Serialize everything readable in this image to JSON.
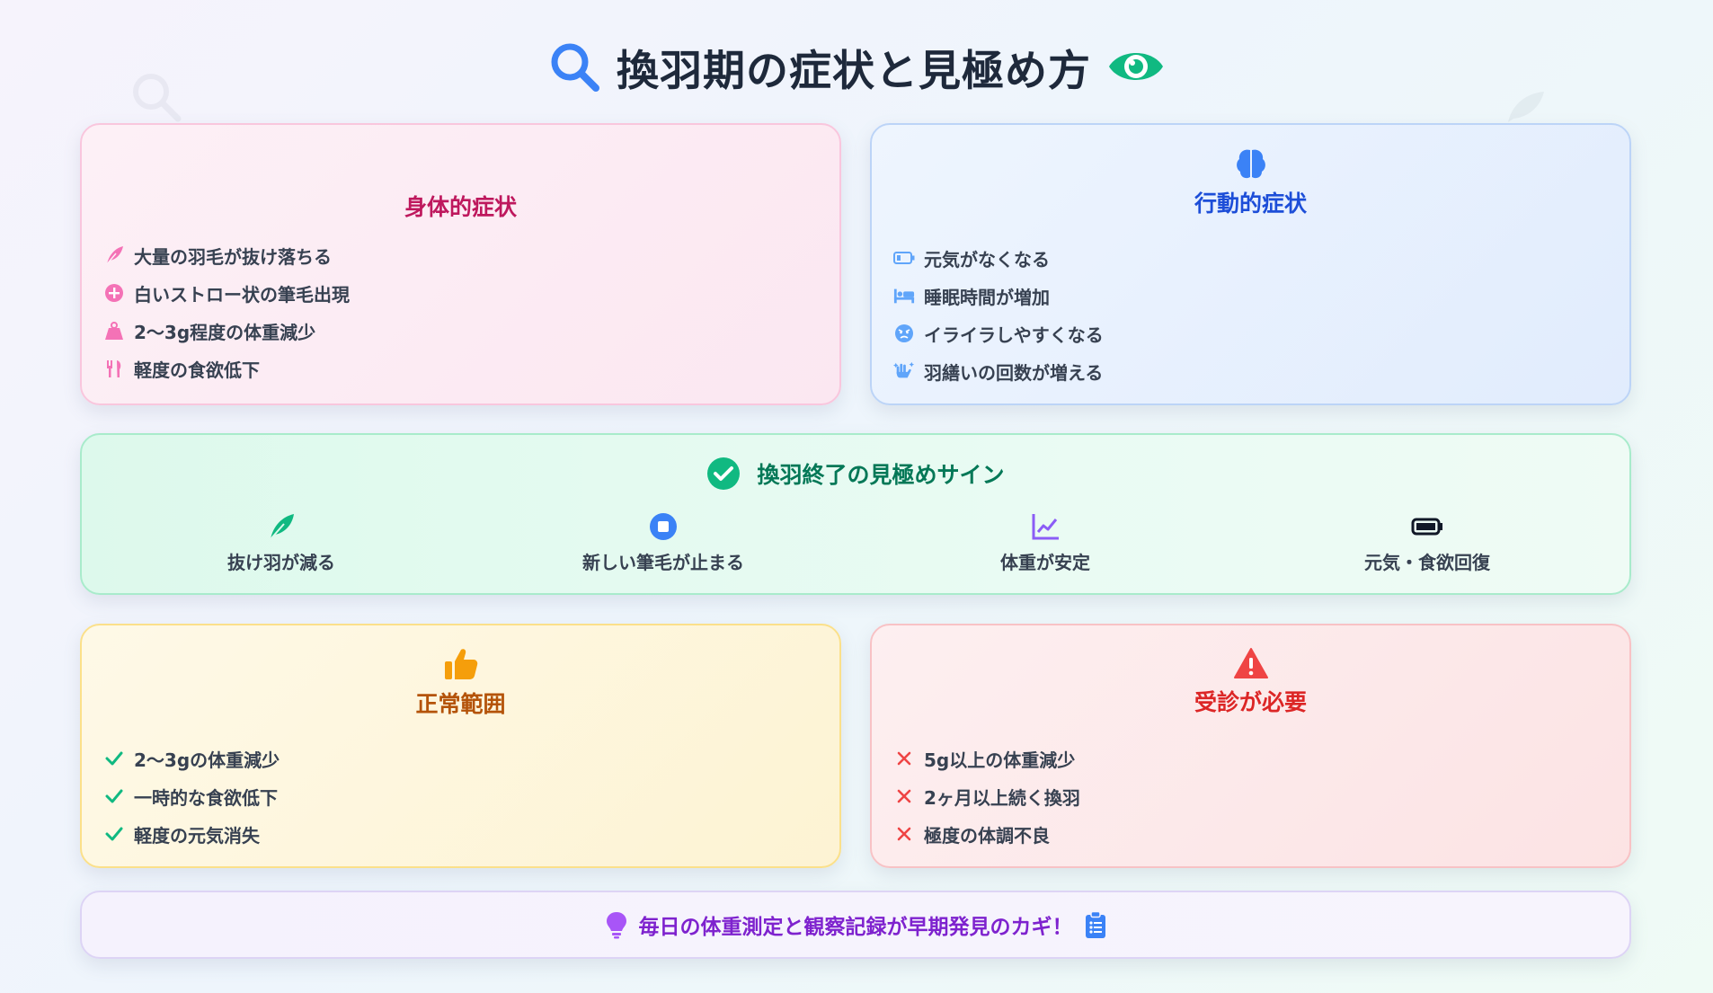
{
  "header": {
    "title": "換羽期の症状と見極め方"
  },
  "physical": {
    "title": "身体的症状",
    "items": [
      "大量の羽毛が抜け落ちる",
      "白いストロー状の筆毛出現",
      "2〜3g程度の体重減少",
      "軽度の食欲低下"
    ]
  },
  "behavioral": {
    "title": "行動的症状",
    "items": [
      "元気がなくなる",
      "睡眠時間が増加",
      "イライラしやすくなる",
      "羽繕いの回数が増える"
    ]
  },
  "end_signs": {
    "title": "換羽終了の見極めサイン",
    "items": [
      "抜け羽が減る",
      "新しい筆毛が止まる",
      "体重が安定",
      "元気・食欲回復"
    ]
  },
  "normal": {
    "title": "正常範囲",
    "items": [
      "2〜3gの体重減少",
      "一時的な食欲低下",
      "軽度の元気消失"
    ]
  },
  "vet": {
    "title": "受診が必要",
    "items": [
      "5g以上の体重減少",
      "2ヶ月以上続く換羽",
      "極度の体調不良"
    ]
  },
  "footer": {
    "tip": "毎日の体重測定と観察記録が早期発見のカギ！"
  },
  "colors": {
    "physical": "#be185d",
    "behavioral": "#1d4ed8",
    "end": "#047857",
    "normal": "#b45309",
    "vet": "#dc2626",
    "footer": "#7e22ce"
  },
  "icons": {
    "title": [
      "search-icon",
      "eye-icon"
    ],
    "physical": [
      "feather-icon",
      "plus-circle-icon",
      "weight-icon",
      "utensils-icon"
    ],
    "behavioral_head": "brain-icon",
    "behavioral": [
      "battery-low-icon",
      "bed-icon",
      "angry-face-icon",
      "hand-sparkles-icon"
    ],
    "end": [
      "feather-icon",
      "stop-circle-icon",
      "chart-line-icon",
      "battery-full-icon"
    ],
    "normal_head": "thumbs-up-icon",
    "vet_head": "warning-icon",
    "footer": [
      "lightbulb-icon",
      "clipboard-icon"
    ]
  }
}
